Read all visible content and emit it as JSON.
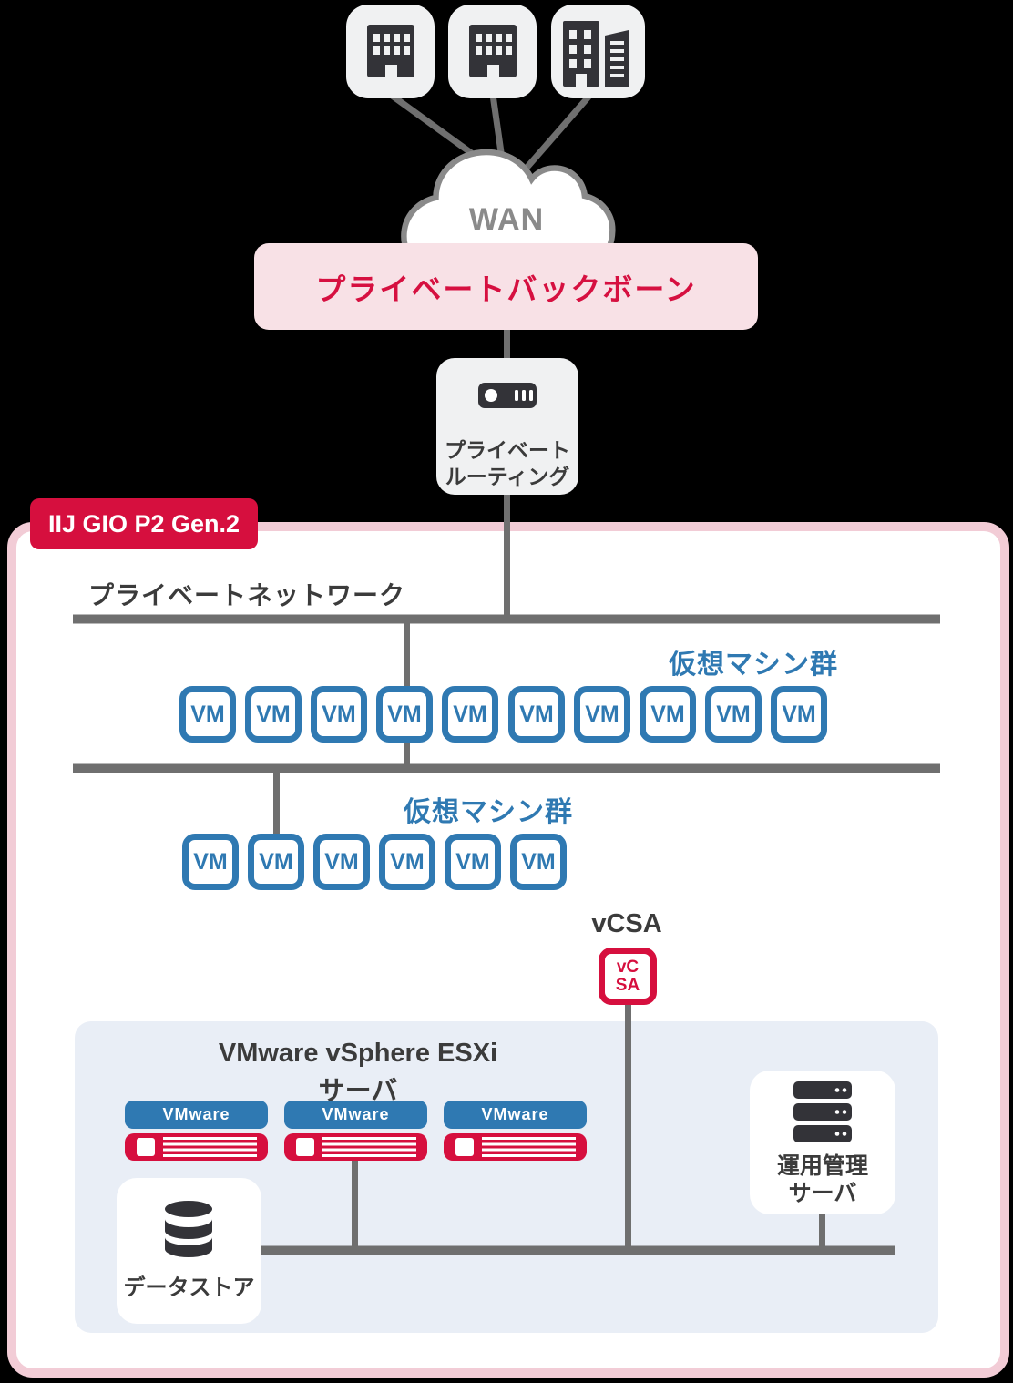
{
  "colors": {
    "crimson": "#d60f3e",
    "blue": "#2f79b2",
    "container_border_pink": "#f2ccd6",
    "banner_pink": "#f8e1e6",
    "panel_blue_gray": "#e9eef6",
    "line_gray": "#6f6f6f",
    "cloud_gray": "#8a8a8a",
    "dark_text": "#3b3b3b",
    "node_gray": "#f0f1f2"
  },
  "wan": {
    "label": "WAN"
  },
  "backbone": {
    "label": "プライベートバックボーン"
  },
  "routing": {
    "line1": "プライベート",
    "line2": "ルーティング"
  },
  "gio": {
    "badge": "IIJ GIO P2 Gen.2",
    "network_label": "プライベートネットワーク"
  },
  "vm_row1": {
    "label": "仮想マシン群",
    "items": [
      "VM",
      "VM",
      "VM",
      "VM",
      "VM",
      "VM",
      "VM",
      "VM",
      "VM",
      "VM"
    ]
  },
  "vm_row2": {
    "label": "仮想マシン群",
    "items": [
      "VM",
      "VM",
      "VM",
      "VM",
      "VM",
      "VM"
    ]
  },
  "vcsa": {
    "label": "vCSA",
    "line1": "vC",
    "line2": "SA"
  },
  "esxi": {
    "title1": "VMware vSphere ESXi",
    "title2": "サーバ",
    "units": [
      "VMware",
      "VMware",
      "VMware"
    ]
  },
  "datastore": {
    "label": "データストア"
  },
  "mgmt": {
    "line1": "運用管理",
    "line2": "サーバ"
  }
}
